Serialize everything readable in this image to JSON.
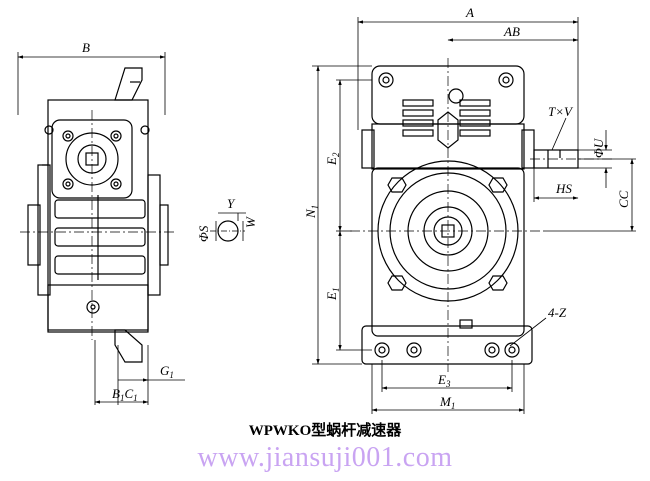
{
  "title": "WPWKO型蜗杆减速器",
  "watermark": "www.jiansuji001.com",
  "labels": {
    "A": "A",
    "AB": "AB",
    "B": "B",
    "E2": "E",
    "E2_sub": "2",
    "N1": "N",
    "N1_sub": "1",
    "E1": "E",
    "E1_sub": "1",
    "E3": "E",
    "E3_sub": "3",
    "M1": "M",
    "M1_sub": "1",
    "TxV": "T×V",
    "phiU": "ΦU",
    "HS": "HS",
    "CC": "CC",
    "4Z": "4-Z",
    "Y": "Y",
    "phiS": "ΦS",
    "W": "W",
    "G1": "G",
    "G1_sub": "1",
    "B1": "B",
    "B1_sub": "1",
    "C1": "C",
    "C1_sub": "1"
  },
  "colors": {
    "line": "#000000",
    "watermark": "#c9a4f2"
  }
}
